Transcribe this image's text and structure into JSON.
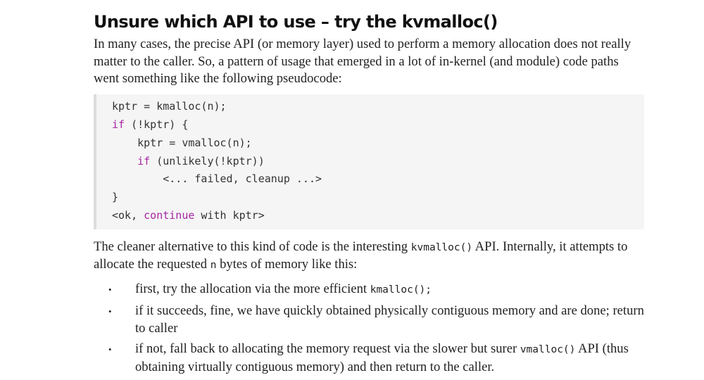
{
  "heading": "Unsure which API to use – try the kvmalloc()",
  "intro": "In many cases, the precise API (or memory layer) used to perform a memory allocation does not really matter to the caller. So, a pattern of usage that emerged in a lot of in-kernel (and module) code paths went something like the following pseudocode:",
  "code": {
    "l1": "kptr = kmalloc(n);",
    "l2_kw": "if",
    "l2": " (!kptr) {",
    "l3": "    kptr = vmalloc(n);",
    "l4_indent": "    ",
    "l4_kw": "if",
    "l4": " (unlikely(!kptr))",
    "l5": "        <... failed, cleanup ...>",
    "l6": "}",
    "l7_a": "<ok, ",
    "l7_kw": "continue",
    "l7_b": " with kptr>"
  },
  "para2": {
    "a": "The cleaner alternative to this kind of code is the interesting ",
    "code1": "kvmalloc()",
    "b": " API. Internally, it attempts to allocate the requested ",
    "code2": "n",
    "c": " bytes of memory like this:"
  },
  "bullets": [
    {
      "a": "first, try the allocation via the more efficient ",
      "code": "kmalloc();",
      "b": ""
    },
    {
      "a": "if it succeeds, fine, we have quickly obtained physically contiguous memory and are done; return to caller",
      "code": "",
      "b": ""
    },
    {
      "a": "if not, fall back to allocating the memory request via the slower but surer ",
      "code": "vmalloc()",
      "b": " API (thus obtaining virtually contiguous memory) and then return to the caller."
    }
  ],
  "colors": {
    "keyword": "#a626a4",
    "code_bg": "#f5f5f5"
  }
}
